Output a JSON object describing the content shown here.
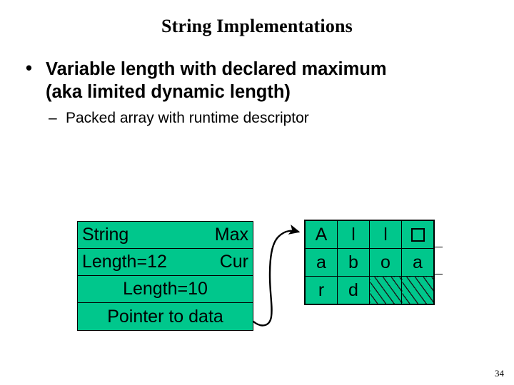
{
  "slide": {
    "title": "String Implementations",
    "page_number": "34",
    "accent_color": "#00c78c",
    "ink_color": "#000000",
    "background_color": "#ffffff"
  },
  "body": {
    "bullets": [
      {
        "level": 1,
        "marker": "•",
        "lines": [
          "Variable length with declared maximum",
          "(aka limited dynamic length)"
        ]
      },
      {
        "level": 2,
        "marker": "–",
        "lines": [
          "Packed array with runtime descriptor"
        ]
      }
    ]
  },
  "diagram": {
    "descriptor": {
      "label": "runtime-descriptor",
      "rows": [
        {
          "left": "String",
          "right": "Max",
          "align": "split"
        },
        {
          "left": "Length=12",
          "right": "Cur",
          "align": "split"
        },
        {
          "center": "Length=10",
          "align": "center"
        },
        {
          "center": "Pointer to data",
          "align": "center"
        }
      ]
    },
    "char_grid": {
      "label": "packed-character-array",
      "columns": 4,
      "rows": [
        [
          {
            "char": "A",
            "kind": "char"
          },
          {
            "char": "l",
            "kind": "char"
          },
          {
            "char": "l",
            "kind": "char"
          },
          {
            "char": "□",
            "kind": "space-box"
          }
        ],
        [
          {
            "char": "a",
            "kind": "char"
          },
          {
            "char": "b",
            "kind": "char"
          },
          {
            "char": "o",
            "kind": "char"
          },
          {
            "char": "a",
            "kind": "char"
          }
        ],
        [
          {
            "char": "r",
            "kind": "char"
          },
          {
            "char": "d",
            "kind": "char"
          },
          {
            "char": "",
            "kind": "hatched"
          },
          {
            "char": "",
            "kind": "hatched"
          }
        ]
      ]
    },
    "pointer_arrow": {
      "label": "pointer-to-data-arrow",
      "from": "descriptor-row-pointer-to-data",
      "to": "char-grid-first-cell"
    }
  }
}
